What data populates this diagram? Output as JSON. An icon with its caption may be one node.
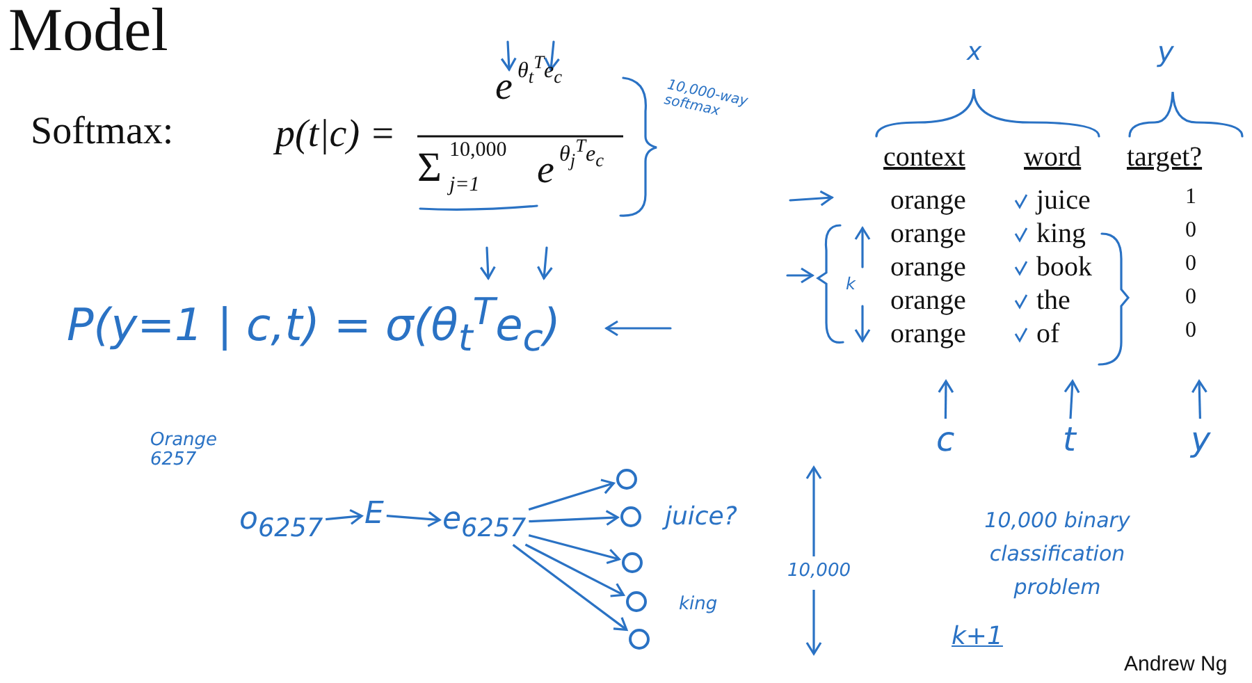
{
  "diagram": {
    "title": "Model",
    "nodes": [
      {
        "text": [
          "o$_{6257}$"
        ]
      },
      {
        "text": [
          "E"
        ]
      },
      {
        "text": [
          "e$_{6257}$"
        ]
      },
      {
        "text": [],
        "shape": "circle"
      },
      {
        "text": [],
        "shape": "circle"
      },
      {
        "text": [],
        "shape": "circle"
      },
      {
        "text": [],
        "shape": "circle"
      },
      {
        "text": [],
        "shape": "circle"
      },
      {
        "text": [
          "c"
        ]
      },
      {
        "text": [
          "t"
        ]
      },
      {
        "text": [
          "y"
        ]
      }
    ],
    "edges": [
      {
        "from": 0,
        "to": 1,
        "arrow": "to"
      },
      {
        "from": 1,
        "to": 2,
        "arrow": "to"
      },
      {
        "from": 2,
        "to": 3,
        "arrow": "to"
      },
      {
        "from": 2,
        "to": 4,
        "arrow": "to"
      },
      {
        "from": 2,
        "to": 5,
        "arrow": "to"
      },
      {
        "from": 2,
        "to": 6,
        "arrow": "to"
      },
      {
        "from": 2,
        "to": 7,
        "arrow": "to"
      },
      {
        "from": 8,
        "to": null,
        "arrow": "to"
      },
      {
        "from": 9,
        "to": null,
        "arrow": "to"
      },
      {
        "from": 10,
        "to": null,
        "arrow": "to"
      }
    ],
    "labels": [
      "Softmax:",
      "p(t|c) =",
      "e",
      "θ$_{t}$$^{T}$e$_{c}$",
      "Σ",
      "10,000",
      "j=1",
      "e",
      "θ$_{j}$$^{T}$e$_{c}$",
      "10,000-way softmax",
      "x",
      "y",
      "context",
      "word",
      "target?",
      "orange",
      "juice",
      "1",
      "orange",
      "king",
      "0",
      "orange",
      "book",
      "0",
      "orange",
      "the",
      "0",
      "orange",
      "of",
      "0",
      "k",
      "P(y=1 | c,t) = σ(θ$_{t}$$^{T}$e$_{c}$)",
      "Orange 6257",
      "juice?",
      "king",
      "10,000",
      "10,000 binary classification problem",
      "k+1",
      "Andrew Ng"
    ]
  }
}
